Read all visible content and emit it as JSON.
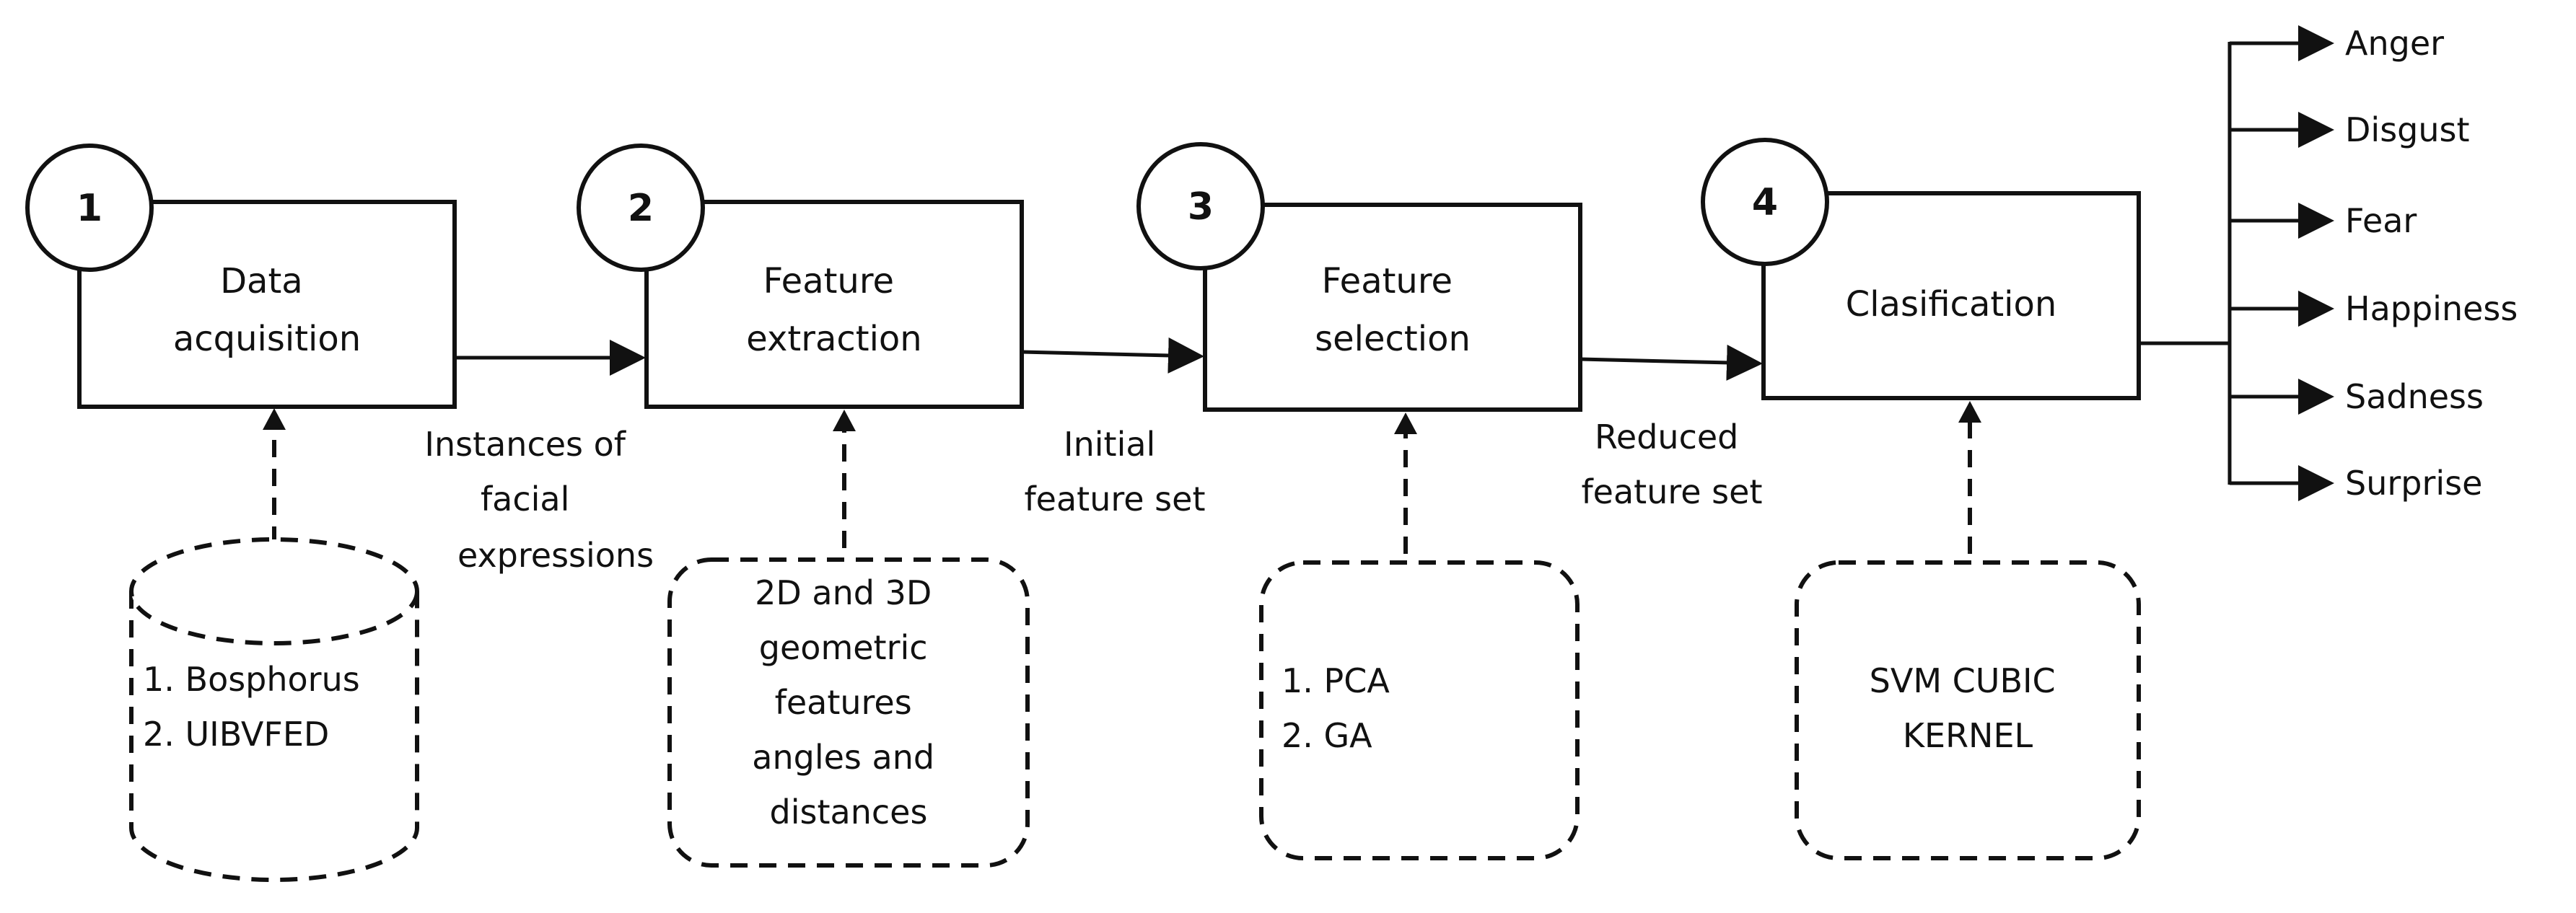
{
  "steps": [
    {
      "number": "1",
      "title": [
        "Data",
        "acquisition"
      ]
    },
    {
      "number": "2",
      "title": [
        "Feature",
        "extraction"
      ]
    },
    {
      "number": "3",
      "title": [
        "Feature",
        "selection"
      ]
    },
    {
      "number": "4",
      "title": [
        "Clasification"
      ]
    }
  ],
  "flows": [
    {
      "label": [
        "Instances of",
        "facial",
        "expressions"
      ]
    },
    {
      "label": [
        "Initial",
        "feature set"
      ]
    },
    {
      "label": [
        "Reduced",
        "feature set"
      ]
    }
  ],
  "inputs": [
    {
      "lines": [
        "1. Bosphorus",
        "2. UIBVFED"
      ]
    },
    {
      "lines": [
        "2D and 3D",
        "geometric",
        "features",
        "angles and",
        "distances"
      ]
    },
    {
      "lines": [
        "1.    PCA",
        "2.    GA"
      ]
    },
    {
      "lines": [
        "SVM CUBIC",
        "KERNEL"
      ]
    }
  ],
  "emotions": [
    "Anger",
    "Disgust",
    "Fear",
    "Happiness",
    "Sadness",
    "Surprise"
  ]
}
